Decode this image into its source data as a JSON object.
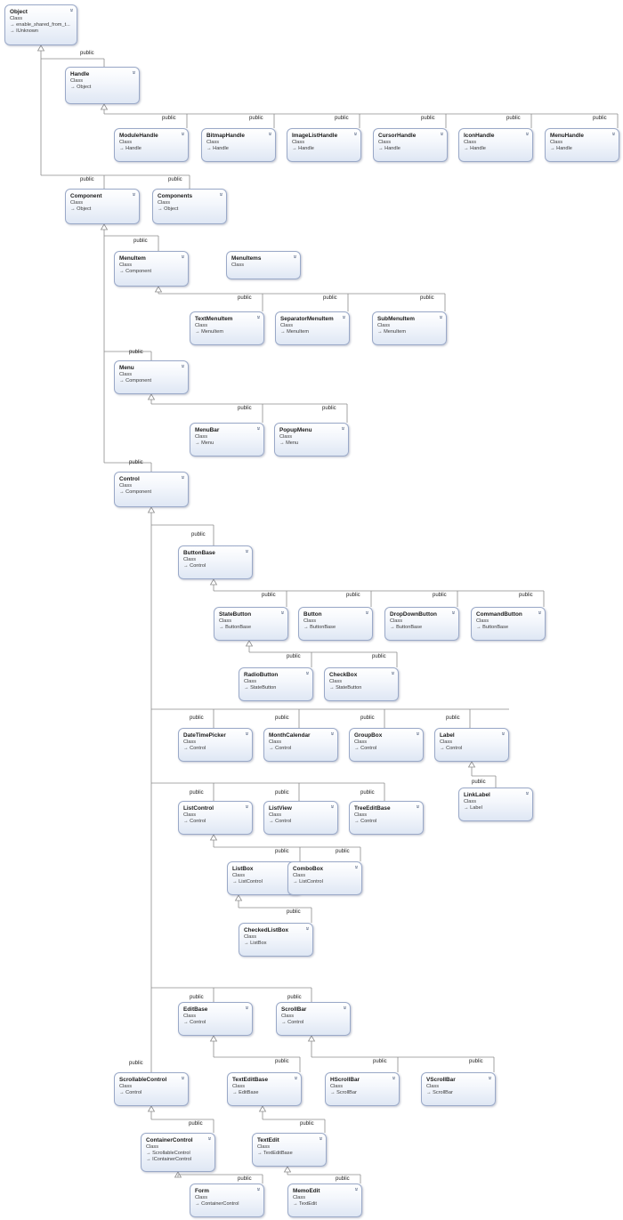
{
  "diagram": {
    "classes": [
      {
        "id": "Object",
        "name": "Object",
        "kind": "Class",
        "bases": [
          "enable_shared_from_t...",
          "IUnknown"
        ]
      },
      {
        "id": "Handle",
        "name": "Handle",
        "kind": "Class",
        "bases": [
          "Object"
        ]
      },
      {
        "id": "ModuleHandle",
        "name": "ModuleHandle",
        "kind": "Class",
        "bases": [
          "Handle"
        ]
      },
      {
        "id": "BitmapHandle",
        "name": "BitmapHandle",
        "kind": "Class",
        "bases": [
          "Handle"
        ]
      },
      {
        "id": "ImageListHandle",
        "name": "ImageListHandle",
        "kind": "Class",
        "bases": [
          "Handle"
        ]
      },
      {
        "id": "CursorHandle",
        "name": "CursorHandle",
        "kind": "Class",
        "bases": [
          "Handle"
        ]
      },
      {
        "id": "IconHandle",
        "name": "IconHandle",
        "kind": "Class",
        "bases": [
          "Handle"
        ]
      },
      {
        "id": "MenuHandle",
        "name": "MenuHandle",
        "kind": "Class",
        "bases": [
          "Handle"
        ]
      },
      {
        "id": "Component",
        "name": "Component",
        "kind": "Class",
        "bases": [
          "Object"
        ]
      },
      {
        "id": "Components",
        "name": "Components",
        "kind": "Class",
        "bases": [
          "Object"
        ]
      },
      {
        "id": "MenuItem",
        "name": "MenuItem",
        "kind": "Class",
        "bases": [
          "Component"
        ]
      },
      {
        "id": "MenuItems",
        "name": "MenuItems",
        "kind": "Class",
        "bases": []
      },
      {
        "id": "TextMenuItem",
        "name": "TextMenuItem",
        "kind": "Class",
        "bases": [
          "MenuItem"
        ]
      },
      {
        "id": "SeparatorMenuItem",
        "name": "SeparatorMenuItem",
        "kind": "Class",
        "bases": [
          "MenuItem"
        ]
      },
      {
        "id": "SubMenuItem",
        "name": "SubMenuItem",
        "kind": "Class",
        "bases": [
          "MenuItem"
        ]
      },
      {
        "id": "Menu",
        "name": "Menu",
        "kind": "Class",
        "bases": [
          "Component"
        ]
      },
      {
        "id": "MenuBar",
        "name": "MenuBar",
        "kind": "Class",
        "bases": [
          "Menu"
        ]
      },
      {
        "id": "PopupMenu",
        "name": "PopupMenu",
        "kind": "Class",
        "bases": [
          "Menu"
        ]
      },
      {
        "id": "Control",
        "name": "Control",
        "kind": "Class",
        "bases": [
          "Component"
        ]
      },
      {
        "id": "ButtonBase",
        "name": "ButtonBase",
        "kind": "Class",
        "bases": [
          "Control"
        ]
      },
      {
        "id": "StateButton",
        "name": "StateButton",
        "kind": "Class",
        "bases": [
          "ButtonBase"
        ]
      },
      {
        "id": "Button",
        "name": "Button",
        "kind": "Class",
        "bases": [
          "ButtonBase"
        ]
      },
      {
        "id": "DropDownButton",
        "name": "DropDownButton",
        "kind": "Class",
        "bases": [
          "ButtonBase"
        ]
      },
      {
        "id": "CommandButton",
        "name": "CommandButton",
        "kind": "Class",
        "bases": [
          "ButtonBase"
        ]
      },
      {
        "id": "RadioButton",
        "name": "RadioButton",
        "kind": "Class",
        "bases": [
          "StateButton"
        ]
      },
      {
        "id": "CheckBox",
        "name": "CheckBox",
        "kind": "Class",
        "bases": [
          "StateButton"
        ]
      },
      {
        "id": "DateTimePicker",
        "name": "DateTimePicker",
        "kind": "Class",
        "bases": [
          "Control"
        ]
      },
      {
        "id": "MonthCalendar",
        "name": "MonthCalendar",
        "kind": "Class",
        "bases": [
          "Control"
        ]
      },
      {
        "id": "GroupBox",
        "name": "GroupBox",
        "kind": "Class",
        "bases": [
          "Control"
        ]
      },
      {
        "id": "Label",
        "name": "Label",
        "kind": "Class",
        "bases": [
          "Control"
        ]
      },
      {
        "id": "LinkLabel",
        "name": "LinkLabel",
        "kind": "Class",
        "bases": [
          "Label"
        ]
      },
      {
        "id": "ListControl",
        "name": "ListControl",
        "kind": "Class",
        "bases": [
          "Control"
        ]
      },
      {
        "id": "ListView",
        "name": "ListView",
        "kind": "Class",
        "bases": [
          "Control"
        ]
      },
      {
        "id": "TreeEditBase",
        "name": "TreeEditBase",
        "kind": "Class",
        "bases": [
          "Control"
        ]
      },
      {
        "id": "ListBox",
        "name": "ListBox",
        "kind": "Class",
        "bases": [
          "ListControl"
        ]
      },
      {
        "id": "ComboBox",
        "name": "ComboBox",
        "kind": "Class",
        "bases": [
          "ListControl"
        ]
      },
      {
        "id": "CheckedListBox",
        "name": "CheckedListBox",
        "kind": "Class",
        "bases": [
          "ListBox"
        ]
      },
      {
        "id": "EditBase",
        "name": "EditBase",
        "kind": "Class",
        "bases": [
          "Control"
        ]
      },
      {
        "id": "ScrollBar",
        "name": "ScrollBar",
        "kind": "Class",
        "bases": [
          "Control"
        ]
      },
      {
        "id": "ScrollableControl",
        "name": "ScrollableControl",
        "kind": "Class",
        "bases": [
          "Control"
        ]
      },
      {
        "id": "TextEditBase",
        "name": "TextEditBase",
        "kind": "Class",
        "bases": [
          "EditBase"
        ]
      },
      {
        "id": "HScrollBar",
        "name": "HScrollBar",
        "kind": "Class",
        "bases": [
          "ScrollBar"
        ]
      },
      {
        "id": "VScrollBar",
        "name": "VScrollBar",
        "kind": "Class",
        "bases": [
          "ScrollBar"
        ]
      },
      {
        "id": "ContainerControl",
        "name": "ContainerControl",
        "kind": "Class",
        "bases": [
          "ScrollableControl",
          "IContainerControl"
        ]
      },
      {
        "id": "TextEdit",
        "name": "TextEdit",
        "kind": "Class",
        "bases": [
          "TextEditBase"
        ]
      },
      {
        "id": "Form",
        "name": "Form",
        "kind": "Class",
        "bases": [
          "ContainerControl"
        ]
      },
      {
        "id": "MemoEdit",
        "name": "MemoEdit",
        "kind": "Class",
        "bases": [
          "TextEdit"
        ]
      }
    ],
    "inheritance_label": "public",
    "inherit_arrow": "→",
    "expand_icon": "double-chevron-down-icon",
    "colors": {
      "border": "#9aa9c8",
      "line": "#8c8c8c",
      "box_top": "#ffffff",
      "box_bottom": "#dfe7f4"
    }
  }
}
